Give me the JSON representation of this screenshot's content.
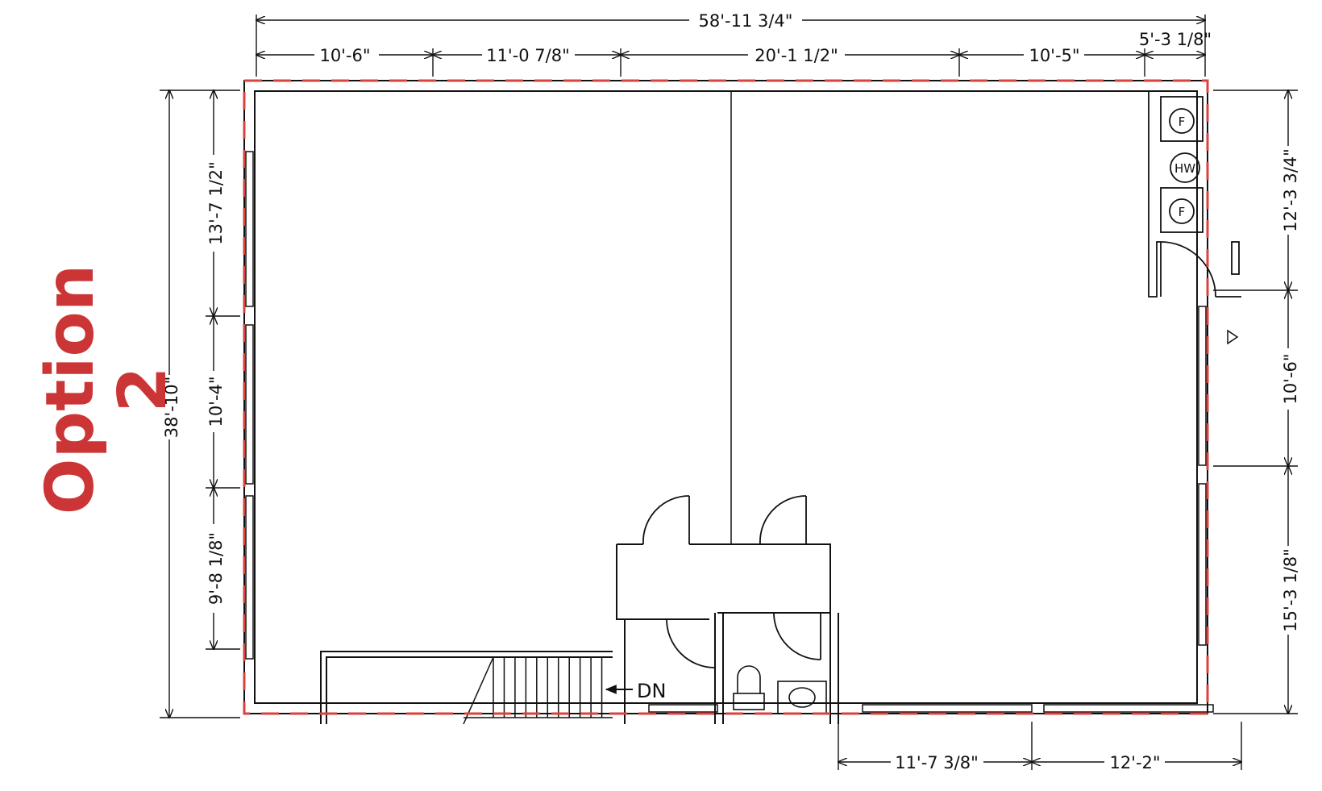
{
  "title": "Option 2",
  "colors": {
    "accent": "#cc3535",
    "line": "#111111",
    "background": "#ffffff"
  },
  "dimensions": {
    "overall_width": "58'-11 3/4\"",
    "overall_depth": "38'-10\"",
    "top": [
      "10'-6\"",
      "11'-0 7/8\"",
      "20'-1 1/2\"",
      "10'-5\"",
      "5'-3 1/8\""
    ],
    "left": [
      "13'-7 1/2\"",
      "10'-4\"",
      "9'-8 1/8\""
    ],
    "right": [
      "12'-3 3/4\"",
      "10'-6\"",
      "15'-3 1/8\""
    ],
    "bottom": [
      "11'-7 3/8\"",
      "12'-2\""
    ]
  },
  "symbols": {
    "furnace": "F",
    "water_heater": "HW"
  },
  "stairs_label": "DN",
  "stair_treads": 11
}
